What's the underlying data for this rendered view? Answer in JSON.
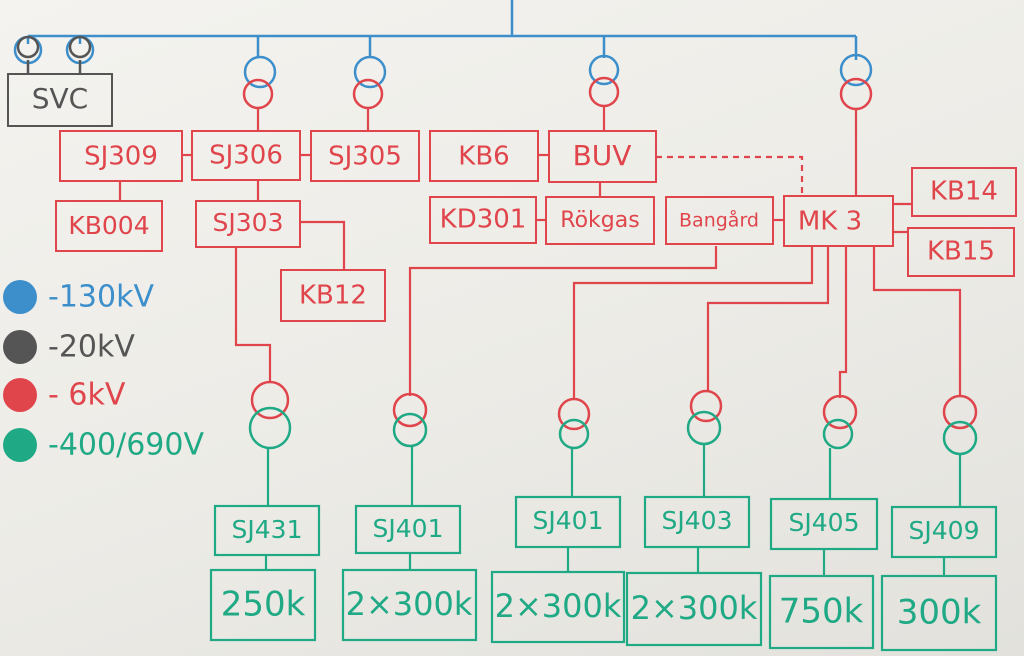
{
  "colors": {
    "kv130": "#3d8fcb",
    "kv20": "#555555",
    "kv6": "#e0454c",
    "v400": "#1fa985"
  },
  "legend": [
    {
      "text": "-130kV",
      "color": "#3d8fcb"
    },
    {
      "text": "-20kV",
      "color": "#555555"
    },
    {
      "text": "- 6kV",
      "color": "#e0454c"
    },
    {
      "text": "-400/690V",
      "color": "#1fa985"
    }
  ],
  "nodes": {
    "svc": "SVC",
    "sj309": "SJ309",
    "sj306": "SJ306",
    "sj305": "SJ305",
    "kb6": "KB6",
    "buv": "BUV",
    "kb004": "KB004",
    "sj303": "SJ303",
    "kd301": "KD301",
    "rokgas": "Rökgas",
    "bangard": "Bangård",
    "mk3": "MK 3",
    "kb14": "KB14",
    "kb15": "KB15",
    "kb12": "KB12"
  },
  "loads": [
    {
      "substation": "SJ431",
      "rating": "250k"
    },
    {
      "substation": "SJ401",
      "rating": "2×300k"
    },
    {
      "substation": "SJ401",
      "rating": "2×300k"
    },
    {
      "substation": "SJ403",
      "rating": "2×300k"
    },
    {
      "substation": "SJ405",
      "rating": "750k"
    },
    {
      "substation": "SJ409",
      "rating": "300k"
    }
  ]
}
